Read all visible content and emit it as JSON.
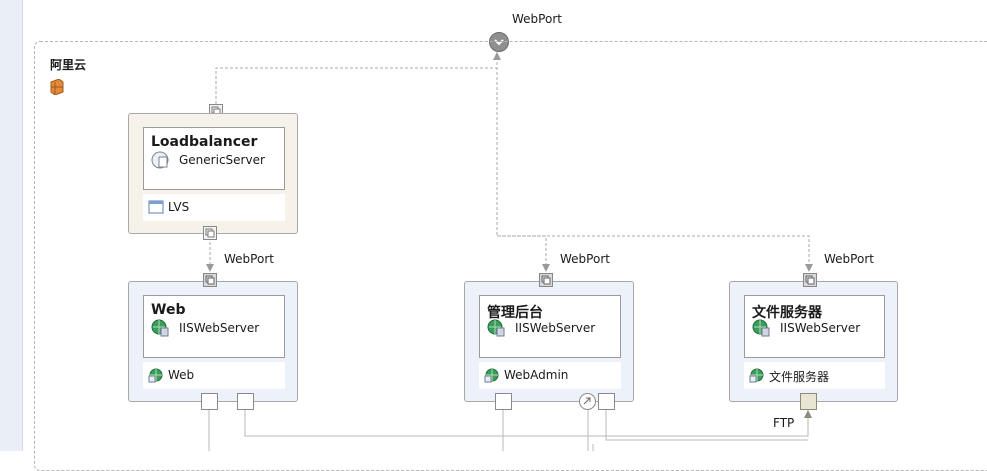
{
  "top_port": {
    "label": "WebPort"
  },
  "zone": {
    "title": "阿里云",
    "icon": "firewall-icon"
  },
  "loadbalancer": {
    "name": "Loadbalancer",
    "type": "GenericServer",
    "type_icon": "generic-server-icon",
    "app": {
      "label": "LVS",
      "icon": "window-app-icon"
    }
  },
  "web": {
    "name": "Web",
    "type": "IISWebServer",
    "type_icon": "iis-globe-icon",
    "port_label": "WebPort",
    "app": {
      "label": "Web",
      "icon": "web-app-globe-icon"
    }
  },
  "admin": {
    "name": "管理后台",
    "type": "IISWebServer",
    "type_icon": "iis-globe-icon",
    "port_label": "WebPort",
    "app": {
      "label": "WebAdmin",
      "icon": "web-app-globe-icon"
    }
  },
  "fileserver": {
    "name": "文件服务器",
    "type": "IISWebServer",
    "type_icon": "iis-globe-icon",
    "port_label": "WebPort",
    "app": {
      "label": "文件服务器",
      "icon": "web-app-globe-icon"
    },
    "ftp_label": "FTP"
  },
  "colors": {
    "beige_container": "#f6f2ea",
    "blue_container": "#edf2fa",
    "connector": "#b3b3b3",
    "port_border": "#888888"
  }
}
